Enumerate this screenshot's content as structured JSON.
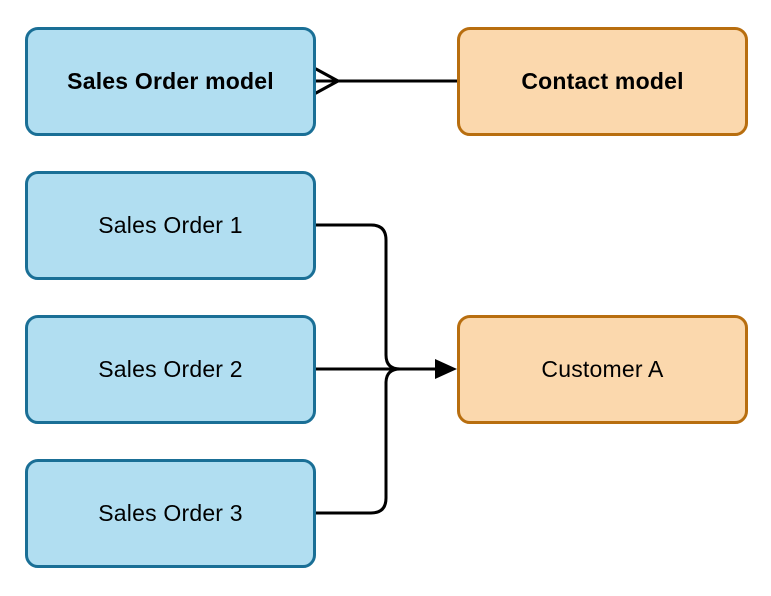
{
  "diagram": {
    "models": {
      "sales_order": "Sales Order model",
      "contact": "Contact model"
    },
    "instances": {
      "sales_order_1": "Sales Order 1",
      "sales_order_2": "Sales Order 2",
      "sales_order_3": "Sales Order 3",
      "customer_a": "Customer A"
    },
    "relationship": {
      "from": "Sales Order model",
      "to": "Contact model",
      "notation": "crow-foot",
      "cardinality": "many-to-one"
    },
    "links": [
      {
        "from": "Sales Order 1",
        "to": "Customer A"
      },
      {
        "from": "Sales Order 2",
        "to": "Customer A"
      },
      {
        "from": "Sales Order 3",
        "to": "Customer A"
      }
    ],
    "colors": {
      "model_blue_fill": "#b1def1",
      "model_blue_border": "#1a6f96",
      "model_orange_fill": "#fbd8ad",
      "model_orange_border": "#b86e0f",
      "connector": "#000000"
    }
  }
}
